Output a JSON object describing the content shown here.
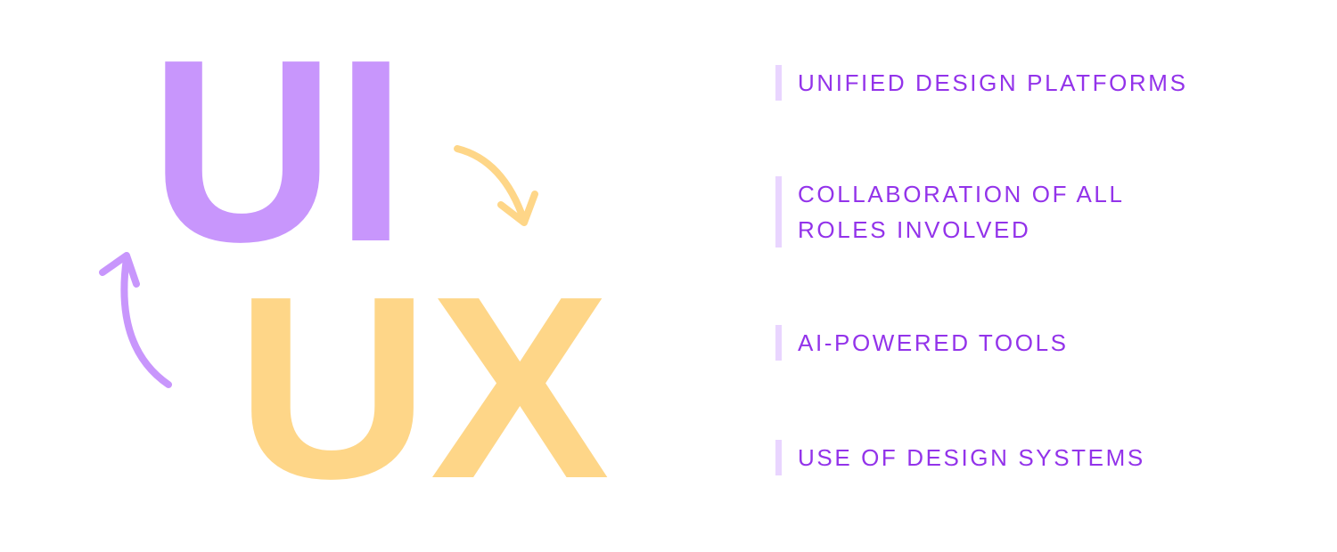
{
  "graphic": {
    "word_ui": "UI",
    "word_ux": "UX",
    "colors": {
      "ui": "#c896fc",
      "ux": "#fed688",
      "text": "#9333ea",
      "bar": "#e9d5ff"
    }
  },
  "items": [
    {
      "label": "UNIFIED DESIGN PLATFORMS"
    },
    {
      "label": "COLLABORATION OF ALL ROLES INVOLVED"
    },
    {
      "label": "AI-POWERED TOOLS"
    },
    {
      "label": "USE OF DESIGN SYSTEMS"
    }
  ]
}
